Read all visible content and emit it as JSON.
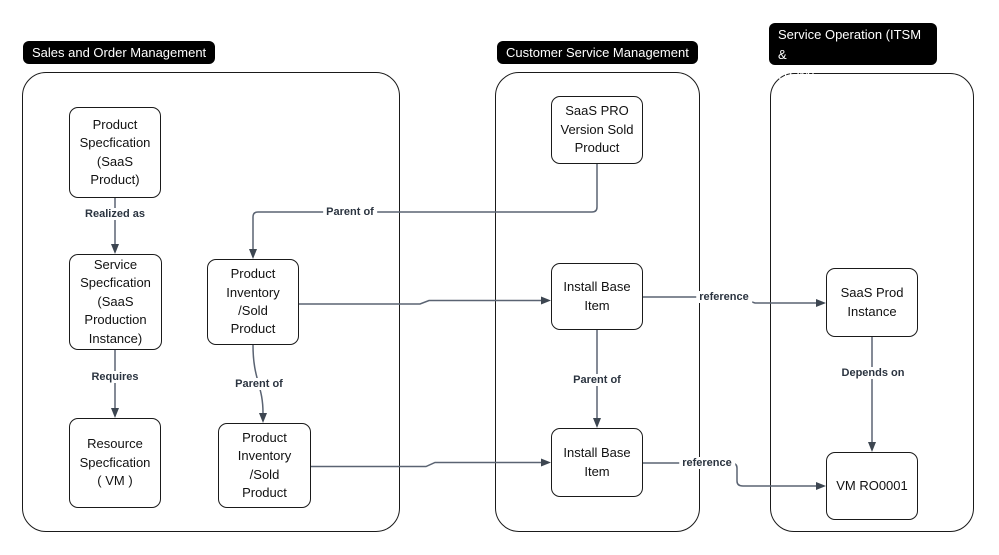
{
  "lanes": {
    "sales": {
      "label": "Sales and Order Management"
    },
    "csm": {
      "label": "Customer Service Management"
    },
    "ops": {
      "label": "Service Operation (ITSM &\nITOM)"
    }
  },
  "nodes": {
    "product_spec": {
      "label": "Product\nSpecfication\n(SaaS\nProduct)"
    },
    "service_spec": {
      "label": "Service\nSpecfication\n(SaaS\nProduction\nInstance)"
    },
    "resource_spec": {
      "label": "Resource\nSpecfication\n( VM )"
    },
    "sold_product_top": {
      "label": "Product\nInventory\n/Sold\nProduct"
    },
    "sold_product_bottom": {
      "label": "Product\nInventory\n/Sold\nProduct"
    },
    "saas_pro": {
      "label": "SaaS PRO\nVersion Sold\nProduct"
    },
    "install_base_top": {
      "label": "Install Base\nItem"
    },
    "install_base_bottom": {
      "label": "Install Base\nItem"
    },
    "saas_prod_instance": {
      "label": "SaaS Prod\nInstance"
    },
    "vm_instance": {
      "label": "VM RO0001"
    }
  },
  "edge_labels": {
    "realized_as": "Realized as",
    "requires": "Requires",
    "parent_of_top": "Parent of",
    "parent_of_left": "Parent of",
    "parent_of_mid": "Parent of",
    "depends_on": "Depends on",
    "reference_top": "reference",
    "reference_bottom": "reference"
  },
  "colors": {
    "connector": "#5a6372",
    "arrowhead": "#3d4651",
    "shape_border": "#1a1a1a",
    "lane_label_bg": "#000000",
    "lane_label_text": "#ffffff",
    "canvas_bg": "#ffffff"
  }
}
